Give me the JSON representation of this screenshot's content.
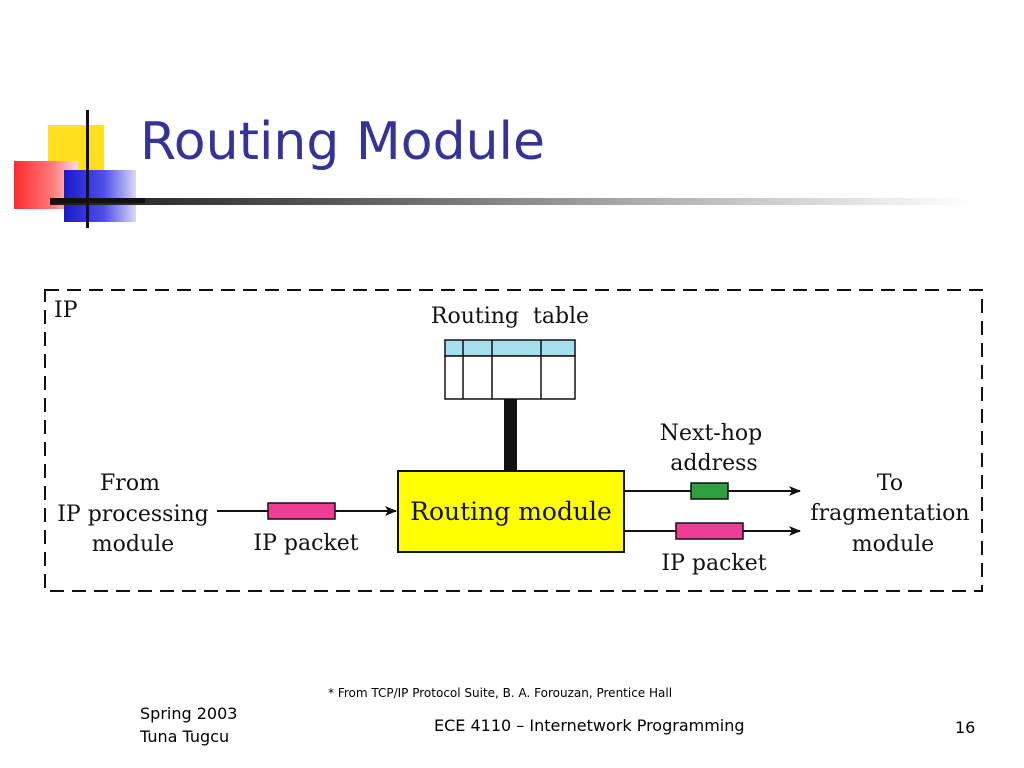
{
  "slide": {
    "title": "Routing Module",
    "footnote": "* From TCP/IP Protocol Suite, B. A. Forouzan, Prentice Hall",
    "footer_left_line1": "Spring 2003",
    "footer_left_line2": "Tuna Tugcu",
    "footer_center": "ECE 4110 – Internetwork Programming",
    "page_number": "16"
  },
  "diagram": {
    "container_label": "IP",
    "routing_table_label": "Routing  table",
    "routing_module_label": "Routing module",
    "from_line1": "From",
    "from_line2": "IP processing",
    "from_line3": "module",
    "input_packet_label": "IP packet",
    "next_hop_line1": "Next-hop",
    "next_hop_line2": "address",
    "output_packet_label": "IP packet",
    "to_line1": "To",
    "to_line2": "fragmentation",
    "to_line3": "module"
  },
  "colors": {
    "title": "#333399",
    "routing_module_fill": "#ffff00",
    "routing_table_header": "#a6dff0",
    "ip_packet": "#ee3d96",
    "next_hop_address": "#2f9e3f"
  }
}
